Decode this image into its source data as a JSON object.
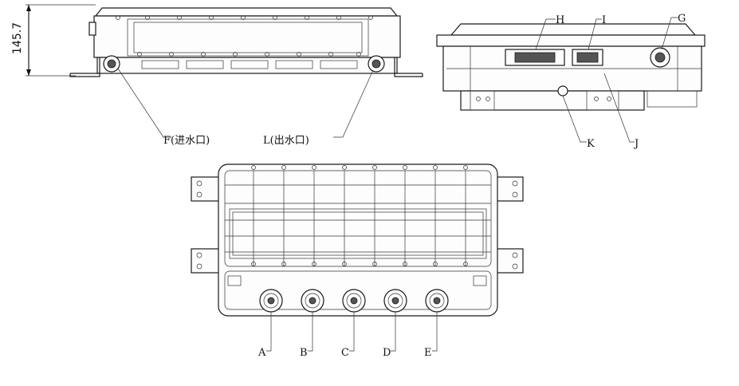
{
  "dimension": {
    "value": "145.7"
  },
  "labels": {
    "F": "F(进水口)",
    "L": "L(出水口)",
    "H": "H",
    "I": "I",
    "G": "G",
    "K": "K",
    "J": "J",
    "A": "A",
    "B": "B",
    "C": "C",
    "D": "D",
    "E": "E"
  }
}
